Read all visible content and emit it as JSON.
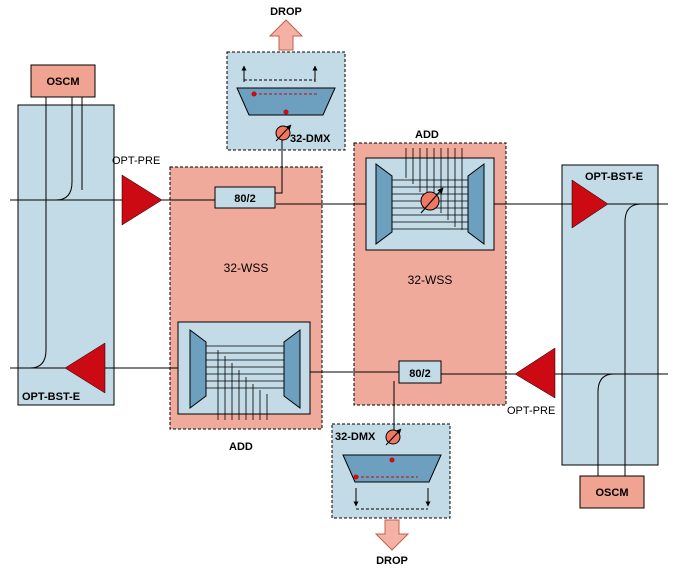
{
  "labels": {
    "drop_top": "DROP",
    "drop_bottom": "DROP",
    "oscm_left": "OSCM",
    "oscm_right": "OSCM",
    "opt_pre_left": "OPT-PRE",
    "opt_pre_right": "OPT-PRE",
    "opt_bst_e_right": "OPT-BST-E",
    "opt_bst_e_left": "OPT-BST-E",
    "dmx_top": "32-DMX",
    "dmx_bottom": "32-DMX",
    "splitter_left": "80/2",
    "splitter_right": "80/2",
    "wss_left": "32-WSS",
    "wss_right": "32-WSS",
    "add_top": "ADD",
    "add_bottom": "ADD"
  },
  "colors": {
    "card_blue": "#c3dbe6",
    "wss_salmon": "#f0aa9b",
    "oscm_salmon": "#f0a390",
    "amp_red": "#cc0a14",
    "inner_blue": "#6d9fbe",
    "arrow_salmon": "#f5b2a4",
    "attenuator": "#f07860"
  }
}
